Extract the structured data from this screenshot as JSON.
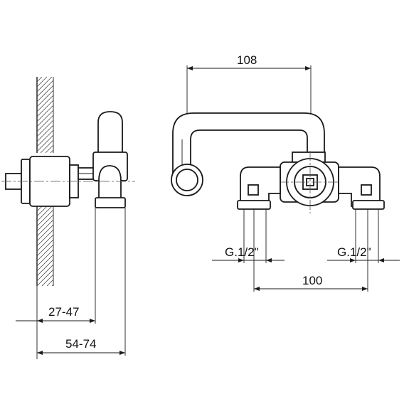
{
  "dimensions": {
    "top_width": "108",
    "connection_left": "G.1/2\"",
    "connection_right": "G.1/2\"",
    "inlet_spacing": "100",
    "projection_min": "27-47",
    "projection_max": "54-74"
  },
  "colors": {
    "line": "#1a1a1a",
    "background": "#ffffff"
  }
}
